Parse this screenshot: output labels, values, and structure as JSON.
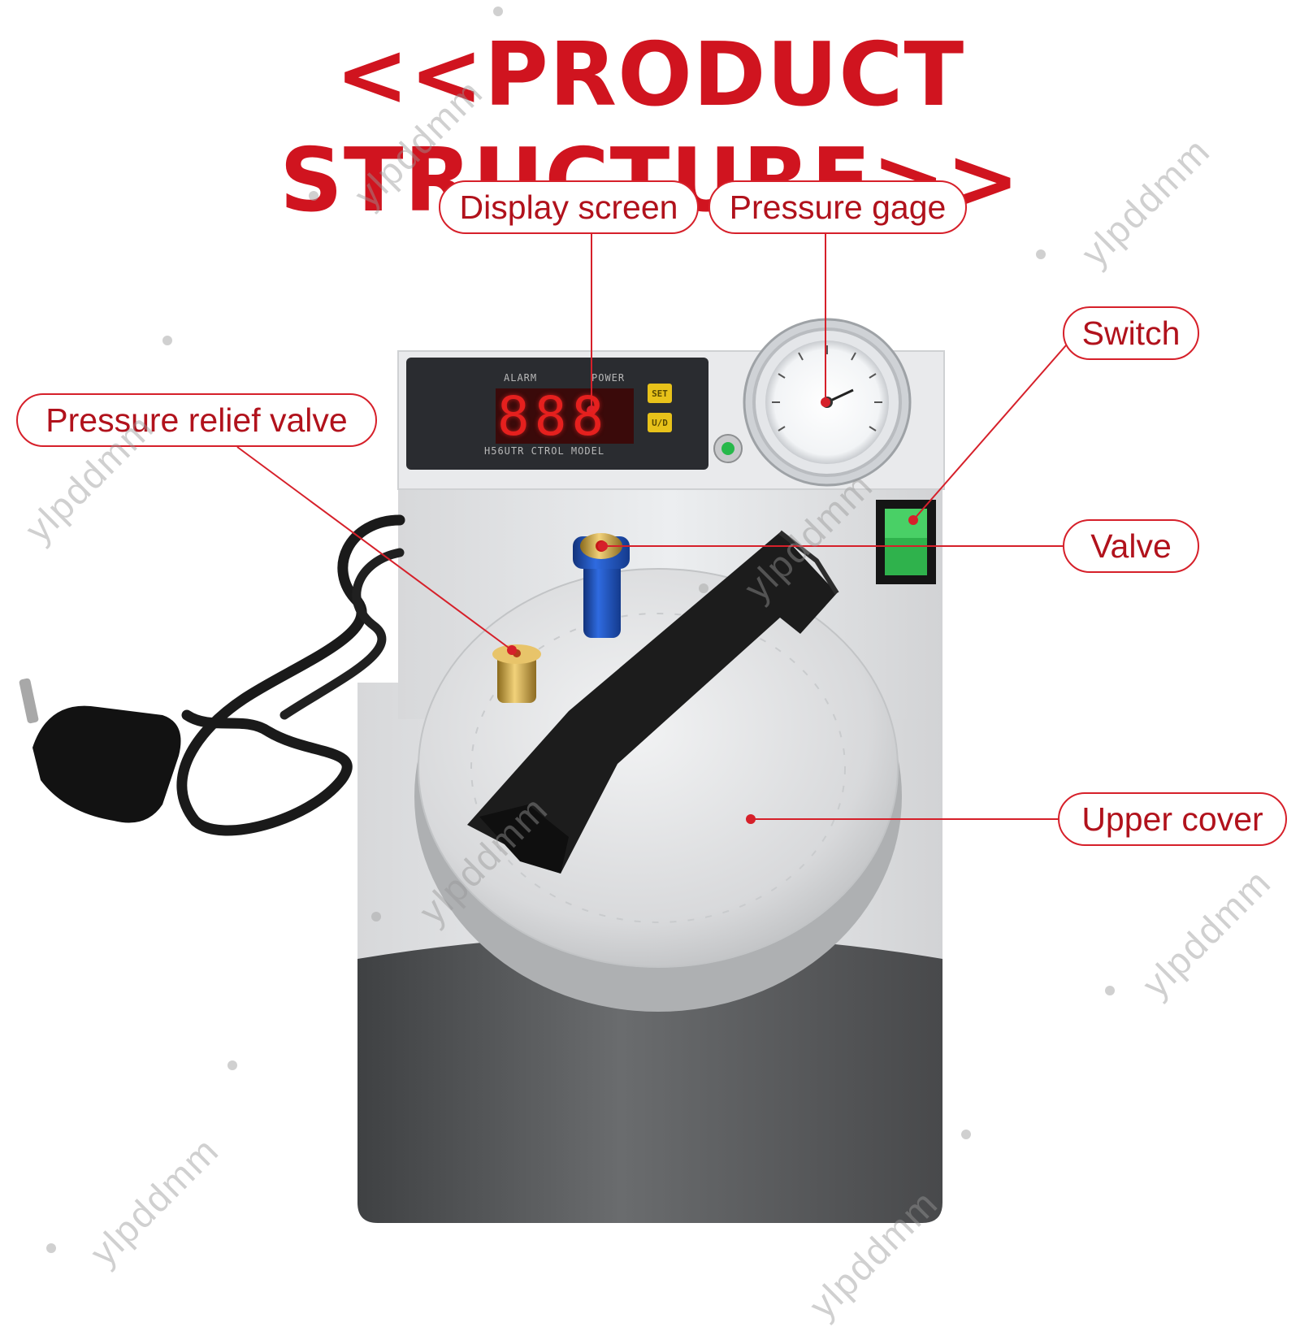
{
  "title": "<<PRODUCT STRUCTURE>>",
  "colors": {
    "accent_red": "#d6202a",
    "label_text": "#b1121c",
    "title_red": "#d0141f",
    "body_light": "#e6e7e9",
    "body_dark": "#5c5e60",
    "lid_silver": "#d9dadc",
    "handle_black": "#1c1c1c",
    "valve_blue": "#1d4fb8",
    "switch_green": "#2fb24c"
  },
  "callouts": {
    "display_screen": "Display screen",
    "pressure_gage": "Pressure gage",
    "switch": "Switch",
    "pressure_relief_valve": "Pressure relief valve",
    "valve": "Valve",
    "upper_cover": "Upper cover"
  },
  "device": {
    "display_digits": "888",
    "panel_alarm": "ALARM",
    "panel_power": "POWER",
    "panel_model": "H56UTR CTROL MODEL",
    "btn_set": "SET",
    "btn_updown": "U/D"
  },
  "watermark": {
    "text": "ylpddmm"
  },
  "icons": [
    "power-plug-icon",
    "pressure-gauge-icon",
    "rocker-switch-icon",
    "indicator-light-icon"
  ]
}
